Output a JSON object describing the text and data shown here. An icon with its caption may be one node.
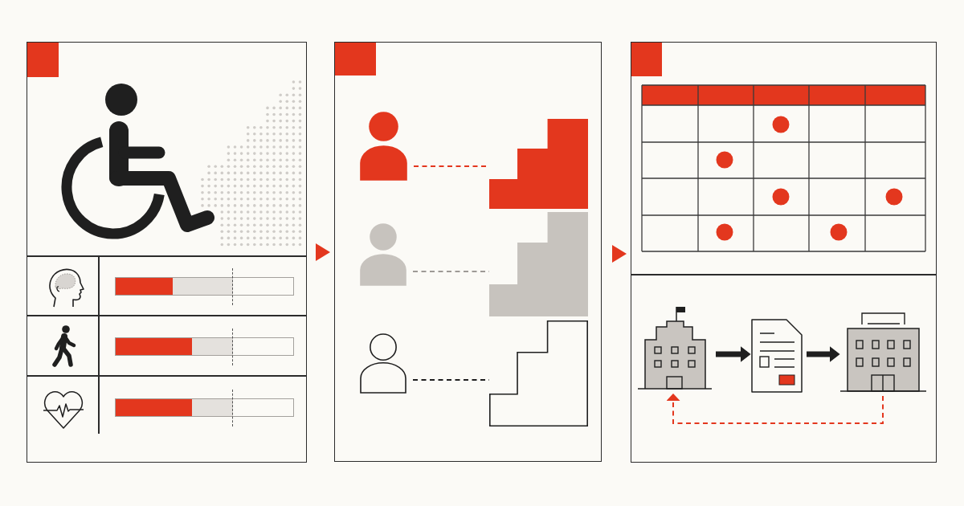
{
  "diagram": {
    "nodes": [
      {
        "text": [],
        "shape": "box"
      },
      {
        "text": [],
        "shape": "box"
      },
      {
        "text": [],
        "shape": "box"
      },
      {
        "text": [],
        "shape": "person",
        "in": 1
      },
      {
        "text": [],
        "shape": "stairs",
        "in": 1
      },
      {
        "text": [],
        "shape": "person",
        "in": 1
      },
      {
        "text": [],
        "shape": "stairs",
        "in": 1
      },
      {
        "text": [],
        "shape": "person",
        "in": 1
      },
      {
        "text": [],
        "shape": "stairs",
        "in": 1
      },
      {
        "text": [],
        "shape": "building",
        "in": 2
      },
      {
        "text": [],
        "shape": "document",
        "in": 2
      },
      {
        "text": [],
        "shape": "building",
        "in": 2
      }
    ],
    "edges": [
      {
        "from": 0,
        "to": 1,
        "arrow": "to",
        "color": "#e3371e"
      },
      {
        "from": 1,
        "to": 2,
        "arrow": "to",
        "color": "#e3371e"
      },
      {
        "from": 3,
        "to": 4,
        "arrow": "none",
        "style": "dashed",
        "color": "#e3371e"
      },
      {
        "from": 5,
        "to": 6,
        "arrow": "none",
        "style": "dashed",
        "color": "#9e9a96"
      },
      {
        "from": 7,
        "to": 8,
        "arrow": "none",
        "style": "dashed",
        "color": "#1f1f1f"
      },
      {
        "from": 9,
        "to": 10,
        "arrow": "to",
        "style": "thick",
        "color": "#1f1f1f"
      },
      {
        "from": 10,
        "to": 11,
        "arrow": "to",
        "style": "thick",
        "color": "#1f1f1f"
      },
      {
        "from": 11,
        "to": 9,
        "arrow": "to",
        "style": "dashed",
        "color": "#e3371e"
      }
    ]
  }
}
